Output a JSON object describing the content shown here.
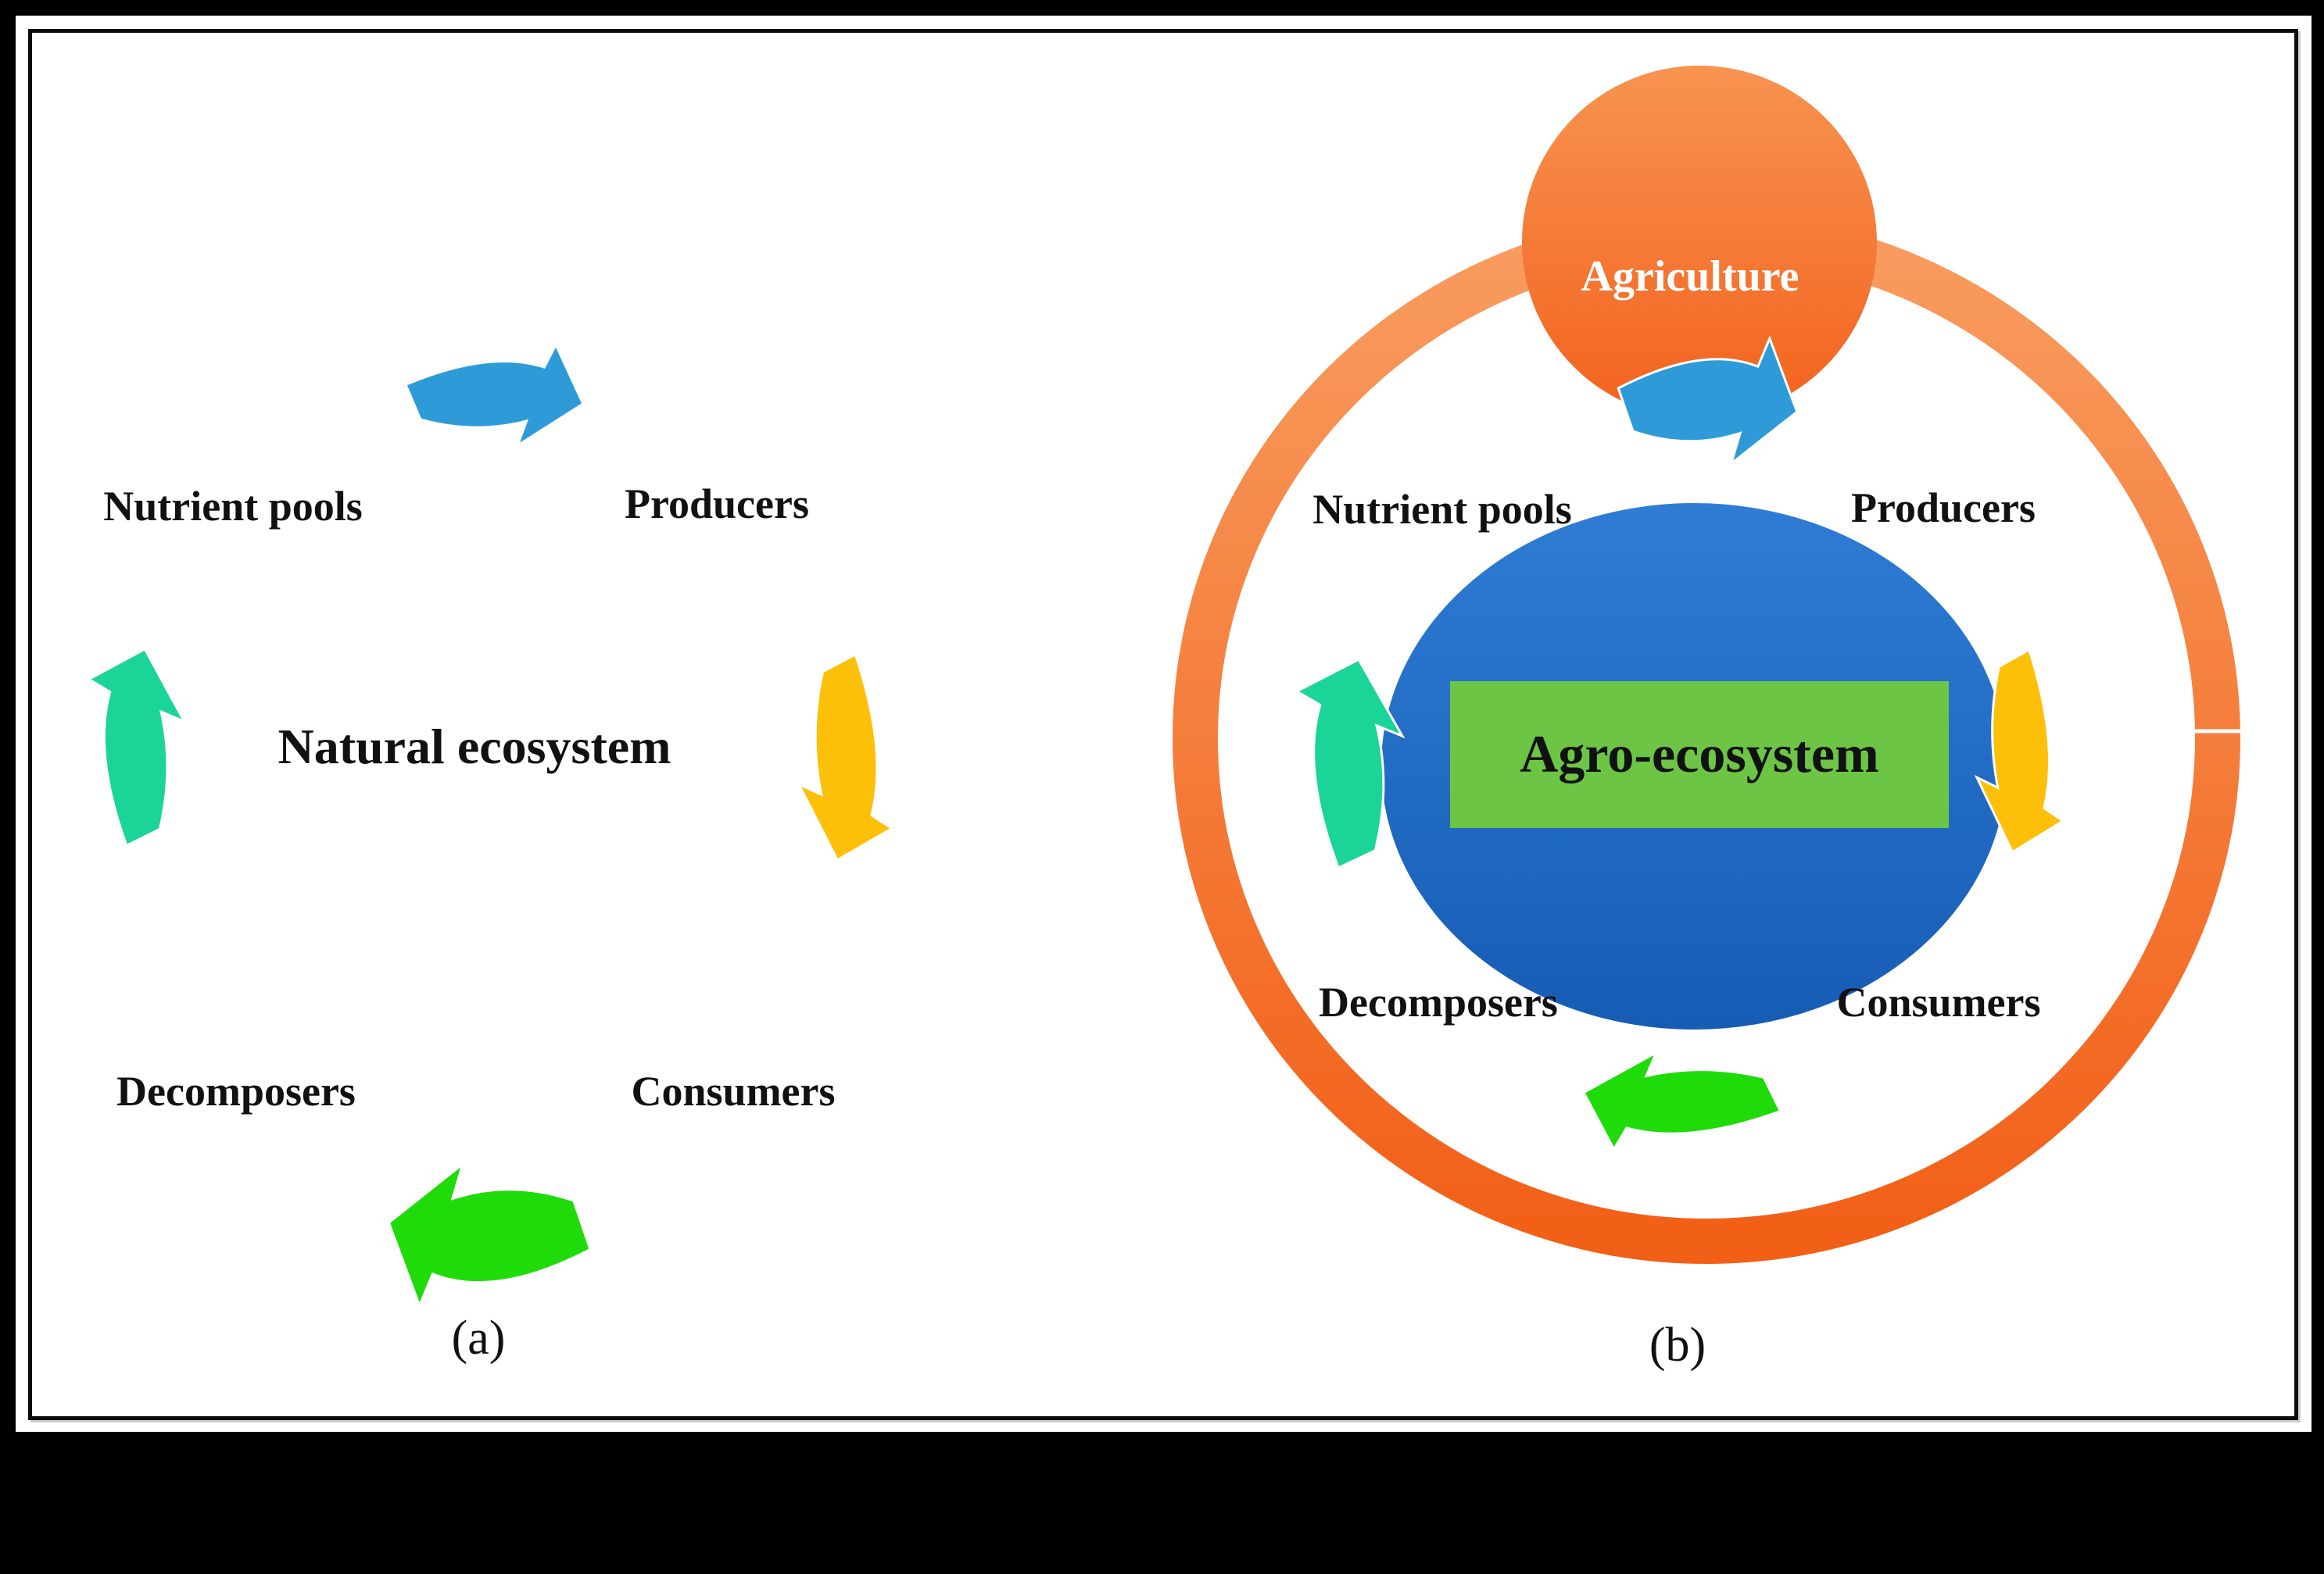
{
  "figure": {
    "panels": [
      {
        "id": "a",
        "caption": "(a)",
        "center_label": "Natural ecosystem",
        "nodes": {
          "top_left": "Nutrient pools",
          "top_right": "Producers",
          "bottom_right": "Consumers",
          "bottom_left": "Decomposers"
        }
      },
      {
        "id": "b",
        "caption": "(b)",
        "center_label": "Agro-ecosystem",
        "outer_label": "Agriculture",
        "nodes": {
          "top_left": "Nutrient pools",
          "top_right": "Producers",
          "bottom_right": "Consumers",
          "bottom_left": "Decomposers"
        }
      }
    ],
    "colors": {
      "arrow_blue": "#2E9BD8",
      "arrow_yellow": "#FDC008",
      "arrow_green": "#1FDB0A",
      "arrow_teal": "#1BD598",
      "arrow_outline": "#FFFFFF",
      "ring_orange_light": "#F89C5F",
      "ring_orange_dark": "#F25F17",
      "ring_seam": "#FFFFFF",
      "circle_orange_light": "#F89350",
      "circle_orange_dark": "#F2621E",
      "ellipse_blue_light": "#2E7CD4",
      "ellipse_blue_dark": "#175CB4",
      "box_green": "#6DC546",
      "box_green_border": "#5FB33A",
      "label_text": "#111111",
      "agriculture_text": "#FFFFFF"
    }
  }
}
